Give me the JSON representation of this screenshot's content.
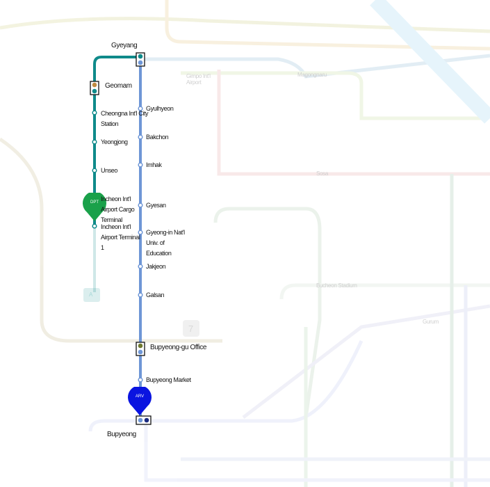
{
  "route": {
    "departure_marker": "DPT",
    "arrival_marker": "ARV",
    "colors": {
      "arex": "#0f8a8a",
      "incheon1": "#6e96d6",
      "dpt": "#1aa14a",
      "arv": "#0a14e0"
    },
    "arex_stations": [
      {
        "name": "Geomam",
        "transfer": true
      },
      {
        "name": "Cheongna Int'l City Station"
      },
      {
        "name": "Yeongjong"
      },
      {
        "name": "Unseo"
      },
      {
        "name": "Incheon Int'l Airport Cargo Terminal"
      },
      {
        "name": "Incheon Int'l Airport Terminal 1"
      }
    ],
    "transfer_station": "Gyeyang",
    "incheon1_stations": [
      {
        "name": "Gyulhyeon"
      },
      {
        "name": "Bakchon"
      },
      {
        "name": "Imhak"
      },
      {
        "name": "Gyesan"
      },
      {
        "name": "Gyeong-in Nat'l Univ. of Education"
      },
      {
        "name": "Jakjeon"
      },
      {
        "name": "Galsan"
      },
      {
        "name": "Bupyeong-gu Office",
        "transfer": true
      },
      {
        "name": "Bupyeong Market"
      }
    ],
    "destination": "Bupyeong"
  },
  "background_labels": [
    "Gimpo Int'l Airport",
    "Magongnaru",
    "Gyeyang",
    "Sosa",
    "Bucheon Stadium",
    "Gurum"
  ],
  "line_badges": {
    "arex": "A",
    "line7": "7"
  }
}
